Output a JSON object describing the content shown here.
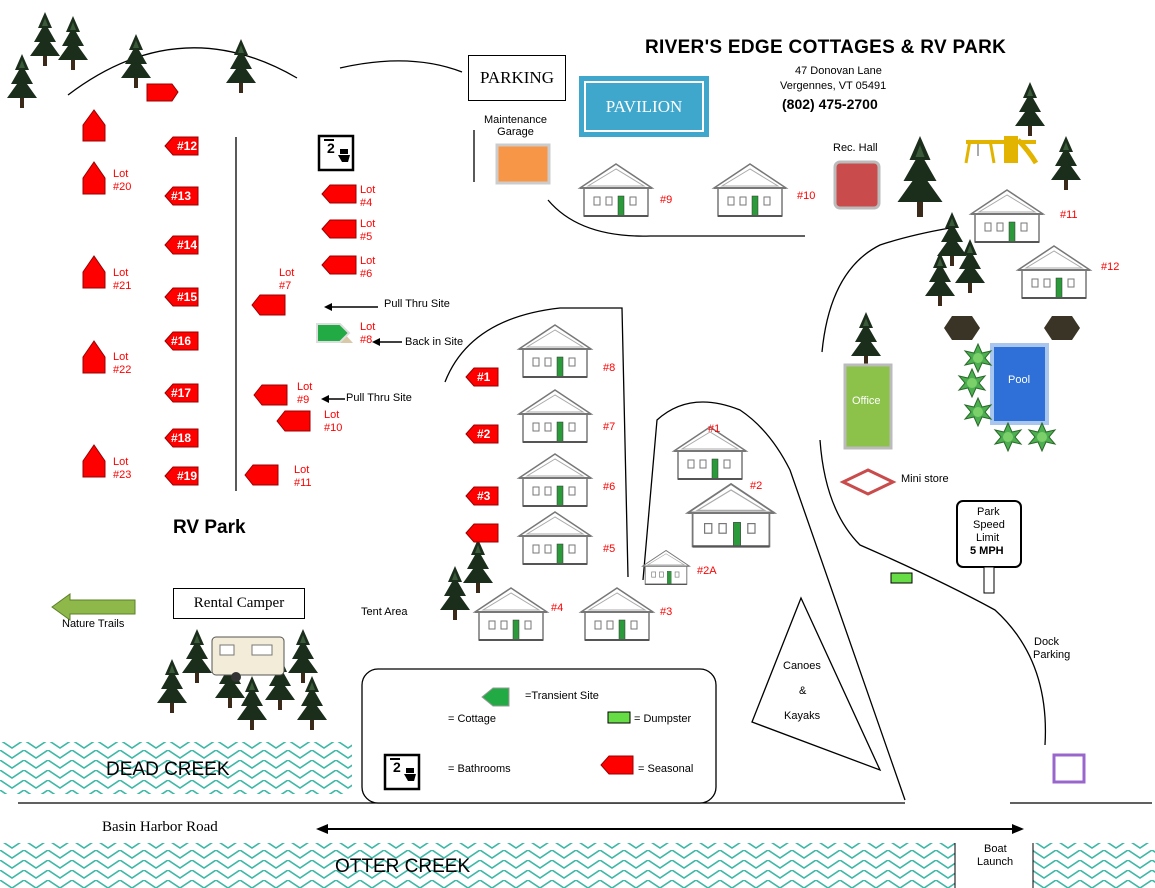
{
  "header": {
    "title": "RIVER'S EDGE COTTAGES & RV PARK",
    "address_line1": "47 Donovan Lane",
    "address_line2": "Vergennes, VT  05491",
    "phone": "(802) 475-2700"
  },
  "areas": {
    "parking": "PARKING",
    "pavilion": "PAVILION",
    "maintenance_garage": "Maintenance\nGarage",
    "rec_hall": "Rec. Hall",
    "office": "Office",
    "pool": "Pool",
    "mini_store": "Mini store",
    "speed_limit_line1": "Park",
    "speed_limit_line2": "Speed",
    "speed_limit_line3": "Limit",
    "speed_limit_line4": "5 MPH",
    "dock_parking_line1": "Dock",
    "dock_parking_line2": "Parking",
    "boat_launch_line1": "Boat",
    "boat_launch_line2": "Launch",
    "rv_park": "RV Park",
    "rental_camper": "Rental Camper",
    "nature_trails": "Nature Trails",
    "tent_area": "Tent  Area",
    "canoes": "Canoes",
    "amp": "&",
    "kayaks": "Kayaks",
    "pull_thru_1": "Pull Thru Site",
    "back_in": "Back in Site",
    "pull_thru_2": "Pull Thru Site",
    "dead_creek": "DEAD CREEK",
    "otter_creek": "OTTER CREEK",
    "basin_harbor_road": "Basin Harbor Road"
  },
  "rv_sites": [
    "#12",
    "#13",
    "#14",
    "#15",
    "#16",
    "#17",
    "#18",
    "#19"
  ],
  "lots_left": [
    {
      "line1": "Lot",
      "line2": "#20"
    },
    {
      "line1": "Lot",
      "line2": "#21"
    },
    {
      "line1": "Lot",
      "line2": "#22"
    },
    {
      "line1": "Lot",
      "line2": "#23"
    }
  ],
  "lots_right": [
    {
      "line1": "Lot",
      "line2": "#4"
    },
    {
      "line1": "Lot",
      "line2": "#5"
    },
    {
      "line1": "Lot",
      "line2": "#6"
    },
    {
      "line1": "Lot",
      "line2": "#7"
    },
    {
      "line1": "Lot",
      "line2": "#8"
    },
    {
      "line1": "Lot",
      "line2": "#9"
    },
    {
      "line1": "Lot",
      "line2": "#10"
    },
    {
      "line1": "Lot",
      "line2": "#11"
    }
  ],
  "tent_sites": [
    "#1",
    "#2",
    "#3"
  ],
  "cottages": [
    "#1",
    "#2",
    "#2A",
    "#3",
    "#4",
    "#5",
    "#6",
    "#7",
    "#8",
    "#9",
    "#10",
    "#11",
    "#12"
  ],
  "legend": {
    "transient": "=Transient Site",
    "cottage": "=  Cottage",
    "dumpster": "= Dumpster",
    "bathrooms": "=  Bathrooms",
    "seasonal": "= Seasonal"
  },
  "colors": {
    "seasonal": "#ff0000",
    "transient": "#22aa44",
    "pavilion": "#3fa7cc",
    "office": "#8cc24a",
    "pool": "#2e6fd8",
    "rec_hall": "#c94b4b",
    "garage": "#f79646",
    "dumpster": "#66dd44",
    "tree": "#1a2e1a",
    "creek": "#3fb8a8"
  }
}
